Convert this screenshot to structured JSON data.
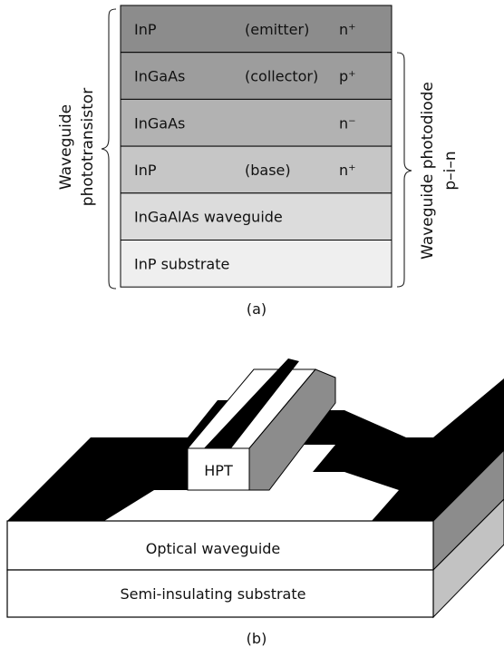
{
  "panel_a": {
    "layers": [
      {
        "material": "InP",
        "role": "(emitter)",
        "doping": "n⁺",
        "shade": "#8c8c8c"
      },
      {
        "material": "InGaAs",
        "role": "(collector)",
        "doping": "p⁺",
        "shade": "#9d9d9d"
      },
      {
        "material": "InGaAs",
        "role": "",
        "doping": "n⁻",
        "shade": "#b2b2b2"
      },
      {
        "material": "InP",
        "role": "(base)",
        "doping": "n⁺",
        "shade": "#c6c6c6"
      },
      {
        "material": "InGaAlAs waveguide",
        "role": "",
        "doping": "",
        "shade": "#dcdcdc"
      },
      {
        "material": "InP substrate",
        "role": "",
        "doping": "",
        "shade": "#efefef"
      }
    ],
    "left_label_line1": "Waveguide",
    "left_label_line2": "phototransistor",
    "right_label_line1": "Waveguide photodiode",
    "right_label_line2": "p–i–n",
    "caption": "(a)"
  },
  "panel_b": {
    "hpt_label": "HPT",
    "waveguide_label": "Optical waveguide",
    "substrate_label": "Semi-insulating substrate",
    "caption": "(b)"
  }
}
